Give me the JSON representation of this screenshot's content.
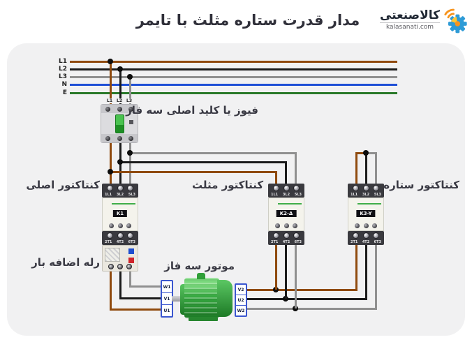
{
  "header": {
    "title": "مدار قدرت ستاره مثلث با تایمر",
    "logo": {
      "brand": "کالاصنعتی",
      "domain": "kalasanati.com"
    }
  },
  "bus": {
    "labels": [
      "L1",
      "L2",
      "L3",
      "N",
      "E"
    ]
  },
  "breaker": {
    "label": "فیوز یا کلید اصلی سه فاز",
    "terminals": [
      "L1",
      "L2",
      "L3"
    ]
  },
  "contactors": {
    "main": {
      "label": "کنتاکتور اصلی",
      "id": "K1",
      "top": [
        "1L1",
        "3L2",
        "5L3"
      ],
      "bottom": [
        "2T1",
        "4T2",
        "6T3"
      ]
    },
    "delta": {
      "label": "کنتاکتور مثلث",
      "id": "K2-Δ",
      "top": [
        "1L1",
        "3L2",
        "5L3"
      ],
      "bottom": [
        "2T1",
        "4T2",
        "6T3"
      ]
    },
    "star": {
      "label": "کنتاکتور ستاره",
      "id": "K3-Y",
      "top": [
        "1L1",
        "3L2",
        "5L3"
      ],
      "bottom": [
        "2T1",
        "4T2",
        "6T3"
      ]
    }
  },
  "relay": {
    "label": "رله اضافه بار"
  },
  "motor": {
    "label": "موتور سه فاز",
    "left_terminals": [
      "W1",
      "V1",
      "U1"
    ],
    "right_terminals": [
      "V2",
      "U2",
      "W2"
    ]
  },
  "colors": {
    "wire_l1_brown": "#8f4a0e",
    "wire_l2_black": "#1b1b1b",
    "wire_l3_gray": "#909090",
    "wire_n_blue": "#1e4fd6",
    "wire_e_green": "#2a7a2a",
    "logo_blue": "#2e9bd6",
    "logo_orange": "#f7941e",
    "motor_green": "#38aa42"
  }
}
